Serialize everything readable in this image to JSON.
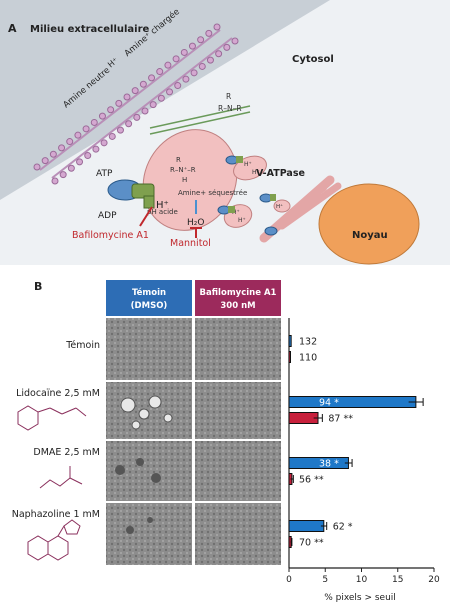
{
  "panel_a": {
    "letter": "A",
    "milieu": "Milieu extracellulaire",
    "cytosol": "Cytosol",
    "amine_neutre": "Amine neutre",
    "h_plus": "H⁺",
    "amine_chargee": "Amine⁺ chargée",
    "r_n_r_top": "R–N–R",
    "r_top": "R",
    "atp": "ATP",
    "adp": "ADP",
    "amine_sequestree": "Amine+ séquestrée",
    "ph_acide": "pH acide",
    "h_plus_big": "H⁺",
    "v_atpase": "V-ATPase",
    "bafilomycine": "Bafilomycine  A1",
    "mannitol": "Mannitol",
    "h2o": "H₂O",
    "noyau": "Noyau",
    "colors": {
      "extracellular": "#c8cfd6",
      "cytosol": "#eef1f4",
      "vesicle": "#f2c0c0",
      "nucleus": "#f0a05a",
      "atpase_blue": "#5b8fc7",
      "atpase_green": "#7fa04e",
      "accent_red": "#c0282d"
    }
  },
  "panel_b": {
    "letter": "B",
    "col_temoin_l1": "Témoin",
    "col_temoin_l2": "(DMSO)",
    "col_bafilo_l1": "Bafilomycine A1",
    "col_bafilo_l2": "300 nM",
    "rows": [
      {
        "label": "Témoin"
      },
      {
        "label": "Lidocaïne 2,5 mM"
      },
      {
        "label": "DMAE 2,5 mM"
      },
      {
        "label": "Naphazoline 1 mM"
      }
    ],
    "x_axis_label": "% pixels > seuil",
    "colors": {
      "blue": "#1f78c8",
      "red": "#c8203c",
      "header_blue": "#2d6db5",
      "header_red": "#9c2a5c"
    }
  },
  "chart_data": {
    "type": "bar",
    "xlabel": "% pixels > seuil",
    "xlim": [
      0,
      20
    ],
    "xticks": [
      0,
      5,
      10,
      15,
      20
    ],
    "categories": [
      "Témoin",
      "Lidocaïne 2,5 mM",
      "DMAE 2,5 mM",
      "Naphazoline 1 mM"
    ],
    "series": [
      {
        "color": "#1f78c8",
        "values": [
          0.3,
          17.5,
          8.2,
          4.8
        ],
        "errors": [
          0,
          1.0,
          0.5,
          0.4
        ],
        "labels": [
          "132",
          "94 *",
          "38 *",
          "62 *"
        ]
      },
      {
        "color": "#c8203c",
        "values": [
          0.2,
          4.0,
          0.4,
          0.3
        ],
        "errors": [
          0,
          0.6,
          0.2,
          0.1
        ],
        "labels": [
          "110",
          "87 **",
          "56 **",
          "70 **"
        ]
      }
    ]
  }
}
